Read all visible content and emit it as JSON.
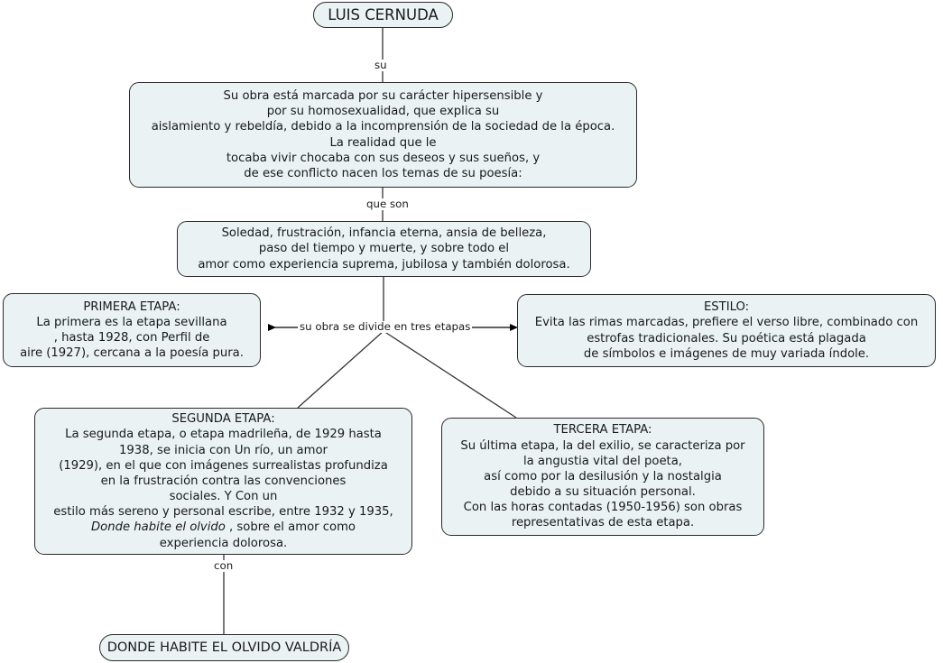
{
  "diagram": {
    "title": "LUIS CERNUDA",
    "type": "concept-map",
    "background_color": "#ffffff",
    "node_fill_color": "#eaf2f4",
    "node_border_color": "#2b2b2b",
    "text_color": "#1a1a1a"
  },
  "nodes": {
    "root": {
      "label": "LUIS CERNUDA"
    },
    "obra": {
      "text": "Su obra está marcada por su carácter hipersensible y\npor su homosexualidad, que explica su\naislamiento y rebeldía, debido a la incomprensión de la sociedad de la época.\nLa realidad que le\ntocaba vivir chocaba con sus deseos y sus sueños, y\nde ese conflicto nacen los temas de su poesía:"
    },
    "temas": {
      "text": "Soledad, frustración, infancia eterna, ansia de belleza,\npaso del tiempo y muerte, y sobre todo el\namor como experiencia suprema, jubilosa y también dolorosa."
    },
    "primera_etapa": {
      "text": "PRIMERA ETAPA:\nLa primera es la etapa sevillana\n, hasta 1928, con Perfil de\naire (1927), cercana a la poesía pura."
    },
    "estilo": {
      "text": "ESTILO:\nEvita las rimas marcadas, prefiere el verso libre, combinado con\nestrofas tradicionales. Su poética está plagada\nde símbolos e imágenes de muy variada índole."
    },
    "segunda_etapa": {
      "text_before_italic": "SEGUNDA ETAPA:\nLa segunda etapa, o etapa madrileña, de 1929 hasta\n1938, se inicia con Un río, un amor\n(1929), en el que con imágenes surrealistas profundiza\nen la frustración contra las convenciones\nsociales. Y  Con un\nestilo más sereno y personal escribe, entre 1932 y 1935,\n",
      "italic_title": "Donde habite el olvido",
      "text_after_italic": " , sobre el amor como\nexperiencia dolorosa."
    },
    "tercera_etapa": {
      "text": "TERCERA ETAPA:\nSu última etapa, la del exilio, se caracteriza por\nla angustia vital del poeta,\nasí como por la desilusión y la nostalgia\ndebido a su situación personal.\nCon las horas contadas (1950-1956) son obras\nrepresentativas de esta etapa."
    },
    "donde_habite": {
      "label": "DONDE HABITE EL OLVIDO VALDRÍA"
    }
  },
  "edge_labels": {
    "su": "su",
    "que_son": "que son",
    "divide": "su obra se divide en tres etapas",
    "con": "con"
  }
}
